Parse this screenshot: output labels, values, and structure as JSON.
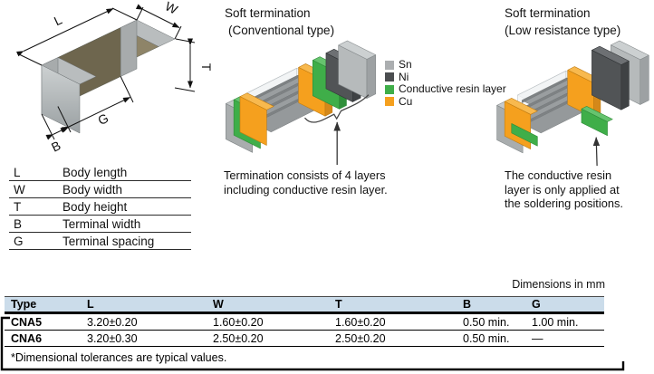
{
  "figure": {
    "dim_labels": {
      "l": "L",
      "w": "W",
      "t": "T",
      "b": "B",
      "g": "G"
    }
  },
  "definitions": {
    "rows": [
      {
        "symbol": "L",
        "label": "Body length"
      },
      {
        "symbol": "W",
        "label": "Body width"
      },
      {
        "symbol": "T",
        "label": "Body height"
      },
      {
        "symbol": "B",
        "label": "Terminal width"
      },
      {
        "symbol": "G",
        "label": "Terminal spacing"
      }
    ]
  },
  "conventional": {
    "title_line1": "Soft termination",
    "title_line2": "(Conventional type)",
    "caption_line1": "Termination consists of 4 layers",
    "caption_line2": "including conductive resin layer."
  },
  "low_resistance": {
    "title_line1": "Soft termination",
    "title_line2": "(Low resistance type)",
    "caption_line1": "The conductive resin",
    "caption_line2": "layer is only applied at",
    "caption_line3": "the soldering positions."
  },
  "legend": {
    "items": [
      {
        "label": "Sn",
        "color": "#abaeb0"
      },
      {
        "label": "Ni",
        "color": "#4b4e50"
      },
      {
        "label": "Conductive resin layer",
        "color": "#3fae49"
      },
      {
        "label": "Cu",
        "color": "#f5a01e"
      }
    ]
  },
  "dimensions_table": {
    "units_note": "Dimensions in mm",
    "header_bg": "#cbdcea",
    "columns": [
      "Type",
      "L",
      "W",
      "T",
      "B",
      "G"
    ],
    "rows": [
      {
        "cells": [
          "CNA5",
          "3.20±0.20",
          "1.60±0.20",
          "1.60±0.20",
          "0.50 min.",
          "1.00 min."
        ]
      },
      {
        "cells": [
          "CNA6",
          "3.20±0.30",
          "2.50±0.20",
          "2.50±0.20",
          "0.50 min.",
          "—"
        ]
      }
    ],
    "footnote": "*Dimensional tolerances are typical values."
  }
}
